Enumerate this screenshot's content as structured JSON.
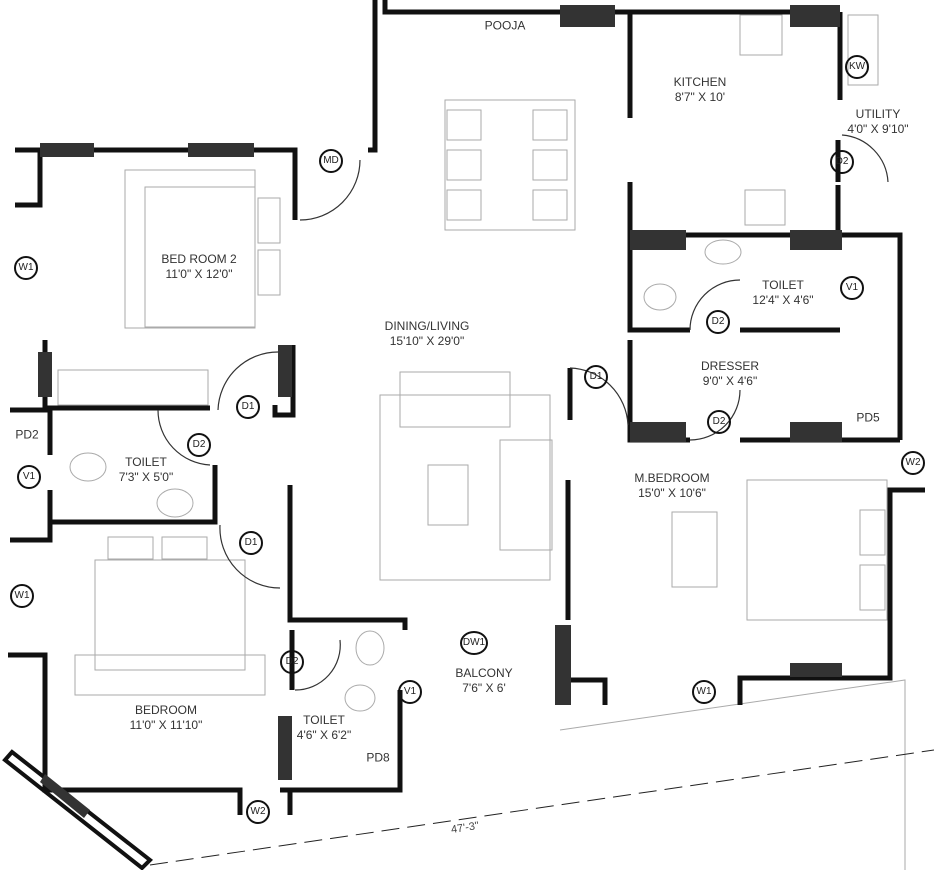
{
  "colors": {
    "wall": "#111111",
    "column": "#333333",
    "furniture": "#aaaaaa"
  },
  "rooms": [
    {
      "name": "POOJA",
      "size": ""
    },
    {
      "name": "KITCHEN",
      "size": "8'7\" X 10'"
    },
    {
      "name": "UTILITY",
      "size": "4'0\" X 9'10\""
    },
    {
      "name": "BED ROOM 2",
      "size": "11'0\" X 12'0\""
    },
    {
      "name": "DINING/LIVING",
      "size": "15'10\" X 29'0\""
    },
    {
      "name": "TOILET",
      "size": "12'4\" X 4'6\""
    },
    {
      "name": "DRESSER",
      "size": "9'0\" X 4'6\""
    },
    {
      "name": "TOILET",
      "size": "7'3\" X 5'0\""
    },
    {
      "name": "M.BEDROOM",
      "size": "15'0\" X 10'6\""
    },
    {
      "name": "BALCONY",
      "size": "7'6\" X 6'"
    },
    {
      "name": "BEDROOM",
      "size": "11'0\" X 11'10\""
    },
    {
      "name": "TOILET",
      "size": "4'6\" X 6'2\""
    }
  ],
  "tags": [
    "KW",
    "D2",
    "MD",
    "W1",
    "V1",
    "D2",
    "D1",
    "D1",
    "D2",
    "PD5",
    "PD2",
    "V1",
    "D2",
    "W2",
    "D1",
    "W1",
    "DW1",
    "D2",
    "V1",
    "W1",
    "PD8",
    "W2"
  ],
  "overall_dimension": "47'-3\""
}
